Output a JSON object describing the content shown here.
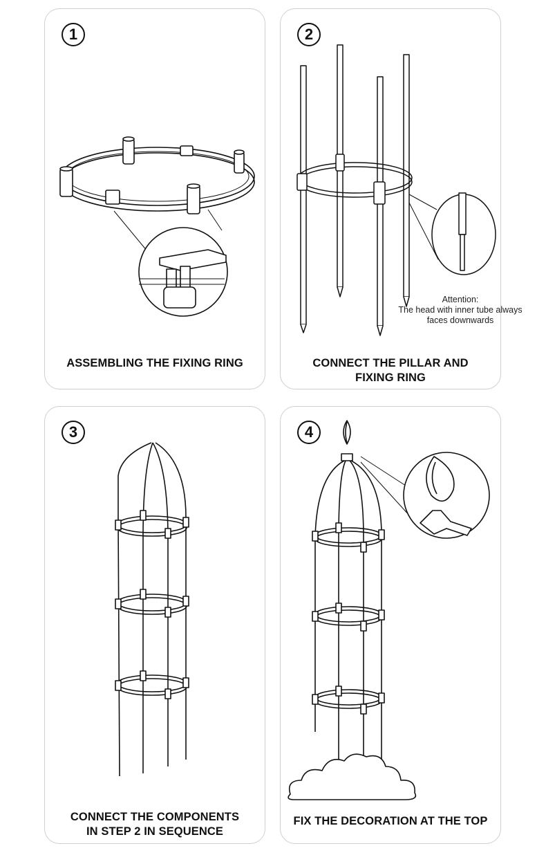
{
  "steps": [
    {
      "number": "1",
      "caption": [
        "ASSEMBLING THE FIXING RING"
      ]
    },
    {
      "number": "2",
      "caption": [
        "CONNECT THE PILLAR AND",
        "FIXING RING"
      ],
      "note": {
        "title": "Attention:",
        "lines": [
          "The head with inner tube always",
          "faces downwards"
        ]
      }
    },
    {
      "number": "3",
      "caption": [
        "CONNECT THE COMPONENTS",
        "IN STEP 2 IN SEQUENCE"
      ]
    },
    {
      "number": "4",
      "caption": [
        "FIX THE DECORATION AT THE TOP"
      ]
    }
  ]
}
